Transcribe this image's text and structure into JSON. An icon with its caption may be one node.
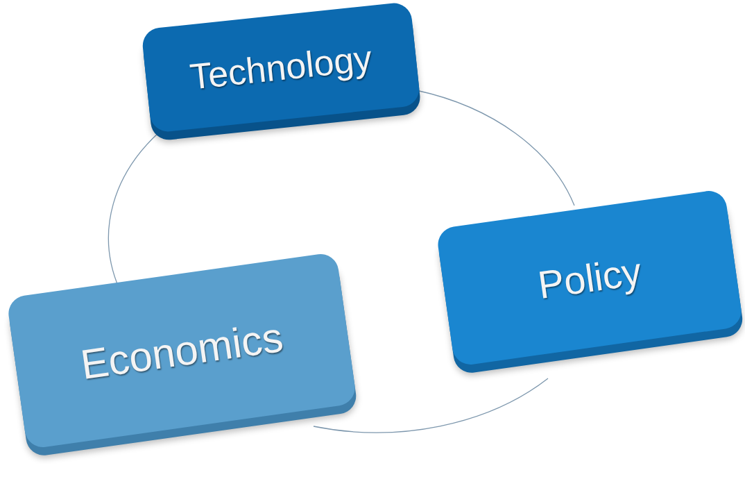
{
  "diagram": {
    "nodes": [
      {
        "text": [
          "Technology"
        ]
      },
      {
        "text": [
          "Policy"
        ]
      },
      {
        "text": [
          "Economics"
        ]
      }
    ],
    "edges": [
      {
        "from": 0,
        "to": 1,
        "arrow": "none"
      },
      {
        "from": 1,
        "to": 2,
        "arrow": "none"
      },
      {
        "from": 2,
        "to": 0,
        "arrow": "none"
      }
    ]
  }
}
